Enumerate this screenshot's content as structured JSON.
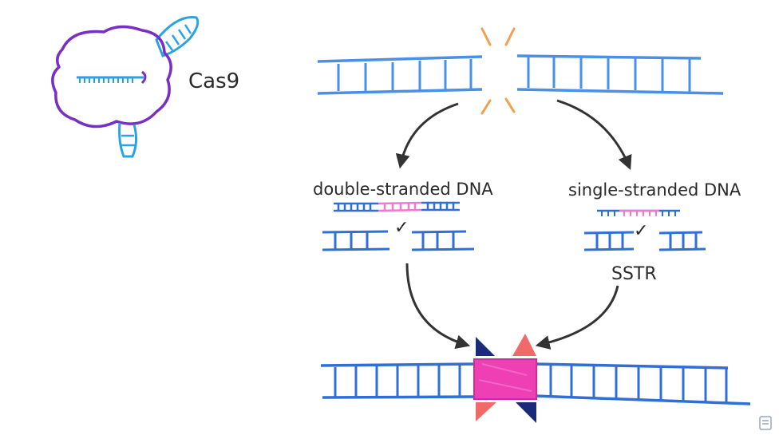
{
  "labels": {
    "protein": "Cas9",
    "left_template": "double-stranded DNA",
    "right_template": "single-stranded DNA",
    "right_method": "SSTR"
  },
  "marks": {
    "left_check": "✓",
    "right_check": "✓"
  },
  "colors": {
    "dna_blue": "#2f6fd6",
    "dna_blue_light": "#4a90e8",
    "guide_blue": "#2aa3e6",
    "protein_purple": "#7a2fc4",
    "break_orange": "#f0a050",
    "insert_pink": "#ee3fb4",
    "insert_pink_light": "#f07ad0",
    "arrow_dark": "#333333",
    "triangle_navy": "#1c2a7a",
    "triangle_salmon": "#f06a6a"
  }
}
